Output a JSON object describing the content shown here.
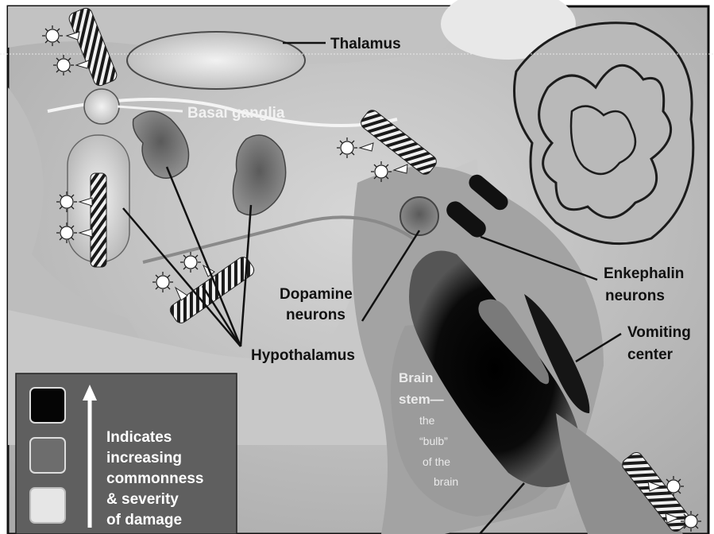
{
  "labels": {
    "thalamus": "Thalamus",
    "basal_ganglia": "Basal ganglia",
    "dopamine_line1": "Dopamine",
    "dopamine_line2": "neurons",
    "enkephalin_line1": "Enkephalin",
    "enkephalin_line2": "neurons",
    "vomiting_line1": "Vomiting",
    "vomiting_line2": "center",
    "hypothalamus": "Hypothalamus",
    "brain_stem_line1": "Brain",
    "brain_stem_line2": "stem—",
    "brain_stem_line3": "the",
    "brain_stem_line4": "“bulb”",
    "brain_stem_line5": "of the",
    "brain_stem_line6": "brain"
  },
  "legend": {
    "line1": "Indicates",
    "line2": "increasing",
    "line3": "commonness",
    "line4": "& severity",
    "line5": "of damage",
    "swatches": [
      "black",
      "medium-gray",
      "light-gray"
    ]
  },
  "colors": {
    "background": "#c9c9c9",
    "severe": "#050505",
    "moderate": "#6d6d6d",
    "mild": "#dcdcdc",
    "legend_panel": "#5f5f5f"
  },
  "icons": [
    "sunburst-icon",
    "hatched-lesion-icon",
    "arrow-up-icon"
  ]
}
